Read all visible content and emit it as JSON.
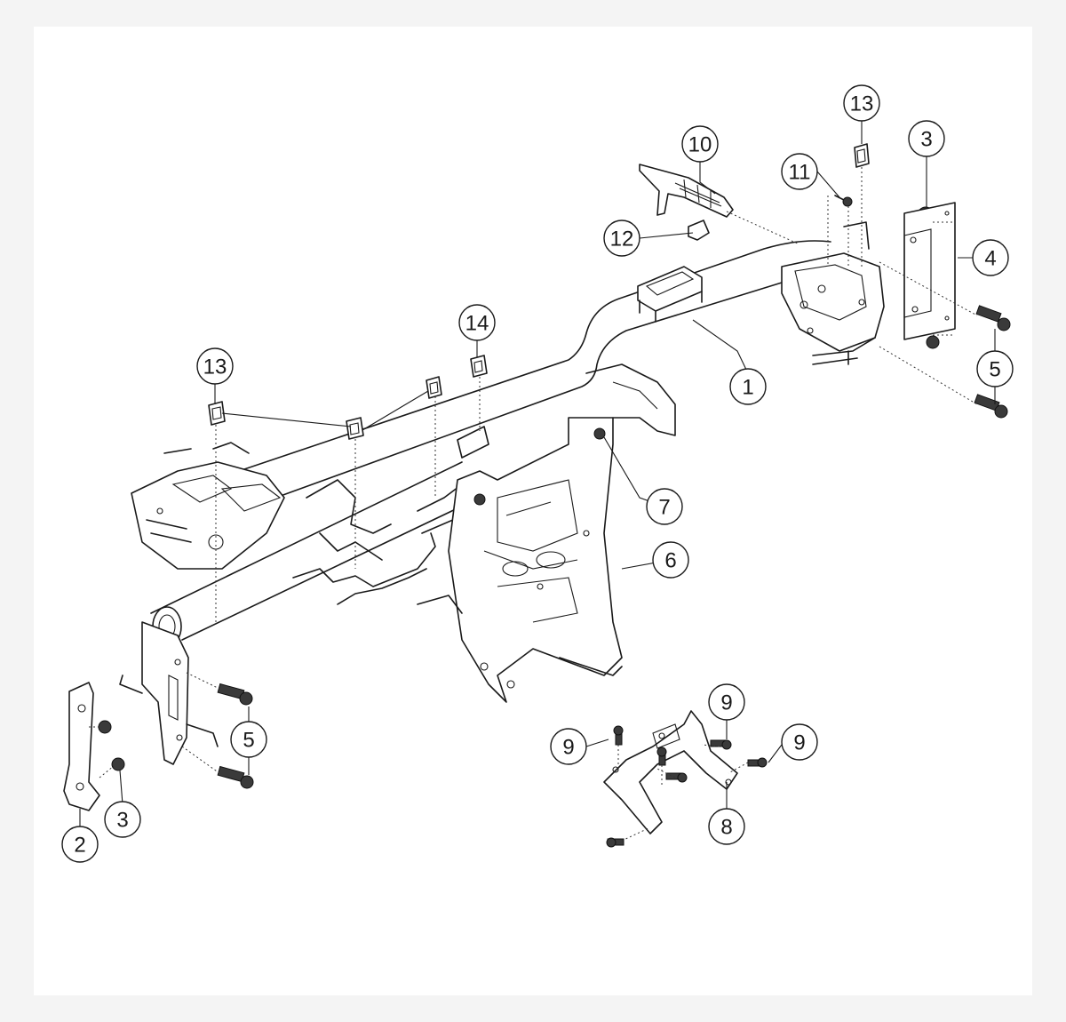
{
  "callouts": [
    {
      "id": "c1",
      "label": "1"
    },
    {
      "id": "c2",
      "label": "2"
    },
    {
      "id": "c3a",
      "label": "3"
    },
    {
      "id": "c3b",
      "label": "3"
    },
    {
      "id": "c4",
      "label": "4"
    },
    {
      "id": "c5a",
      "label": "5"
    },
    {
      "id": "c5b",
      "label": "5"
    },
    {
      "id": "c6",
      "label": "6"
    },
    {
      "id": "c7",
      "label": "7"
    },
    {
      "id": "c8",
      "label": "8"
    },
    {
      "id": "c9a",
      "label": "9"
    },
    {
      "id": "c9b",
      "label": "9"
    },
    {
      "id": "c9c",
      "label": "9"
    },
    {
      "id": "c10",
      "label": "10"
    },
    {
      "id": "c11",
      "label": "11"
    },
    {
      "id": "c12",
      "label": "12"
    },
    {
      "id": "c13a",
      "label": "13"
    },
    {
      "id": "c13b",
      "label": "13"
    },
    {
      "id": "c14",
      "label": "14"
    }
  ],
  "colors": {
    "line": "#1a1a1a",
    "background": "#ffffff",
    "frame": "#f4f4f4"
  }
}
